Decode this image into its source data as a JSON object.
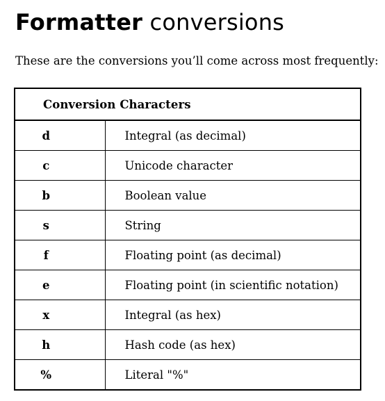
{
  "heading": {
    "bold": "Formatter",
    "rest": " conversions"
  },
  "intro": "These are the conversions you’ll come across most frequently:",
  "table": {
    "header": "Conversion Characters",
    "rows": [
      {
        "code": "d",
        "description": "Integral (as decimal)"
      },
      {
        "code": "c",
        "description": "Unicode character"
      },
      {
        "code": "b",
        "description": "Boolean value"
      },
      {
        "code": "s",
        "description": "String"
      },
      {
        "code": "f",
        "description": "Floating point (as decimal)"
      },
      {
        "code": "e",
        "description": "Floating point (in scientific notation)"
      },
      {
        "code": "x",
        "description": "Integral (as hex)"
      },
      {
        "code": "h",
        "description": "Hash code (as hex)"
      },
      {
        "code": "%",
        "description": "Literal \"%\""
      }
    ]
  }
}
